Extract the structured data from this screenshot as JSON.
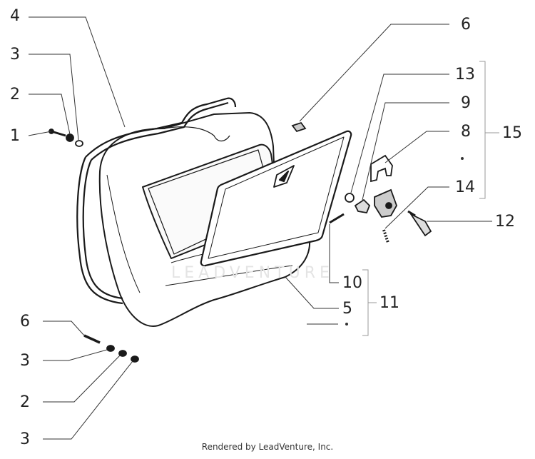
{
  "callouts": {
    "c4": "4",
    "c3a": "3",
    "c2a": "2",
    "c1": "1",
    "c6a": "6",
    "c13": "13",
    "c9": "9",
    "c8": "8",
    "c15": "15",
    "c14": "14",
    "c12": "12",
    "c10": "10",
    "c5": "5",
    "c11": "11",
    "c6b": "6",
    "c3b": "3",
    "c2b": "2",
    "c3c": "3"
  },
  "watermark": "LEADVENTURE",
  "footer": "Rendered by LeadVenture, Inc."
}
